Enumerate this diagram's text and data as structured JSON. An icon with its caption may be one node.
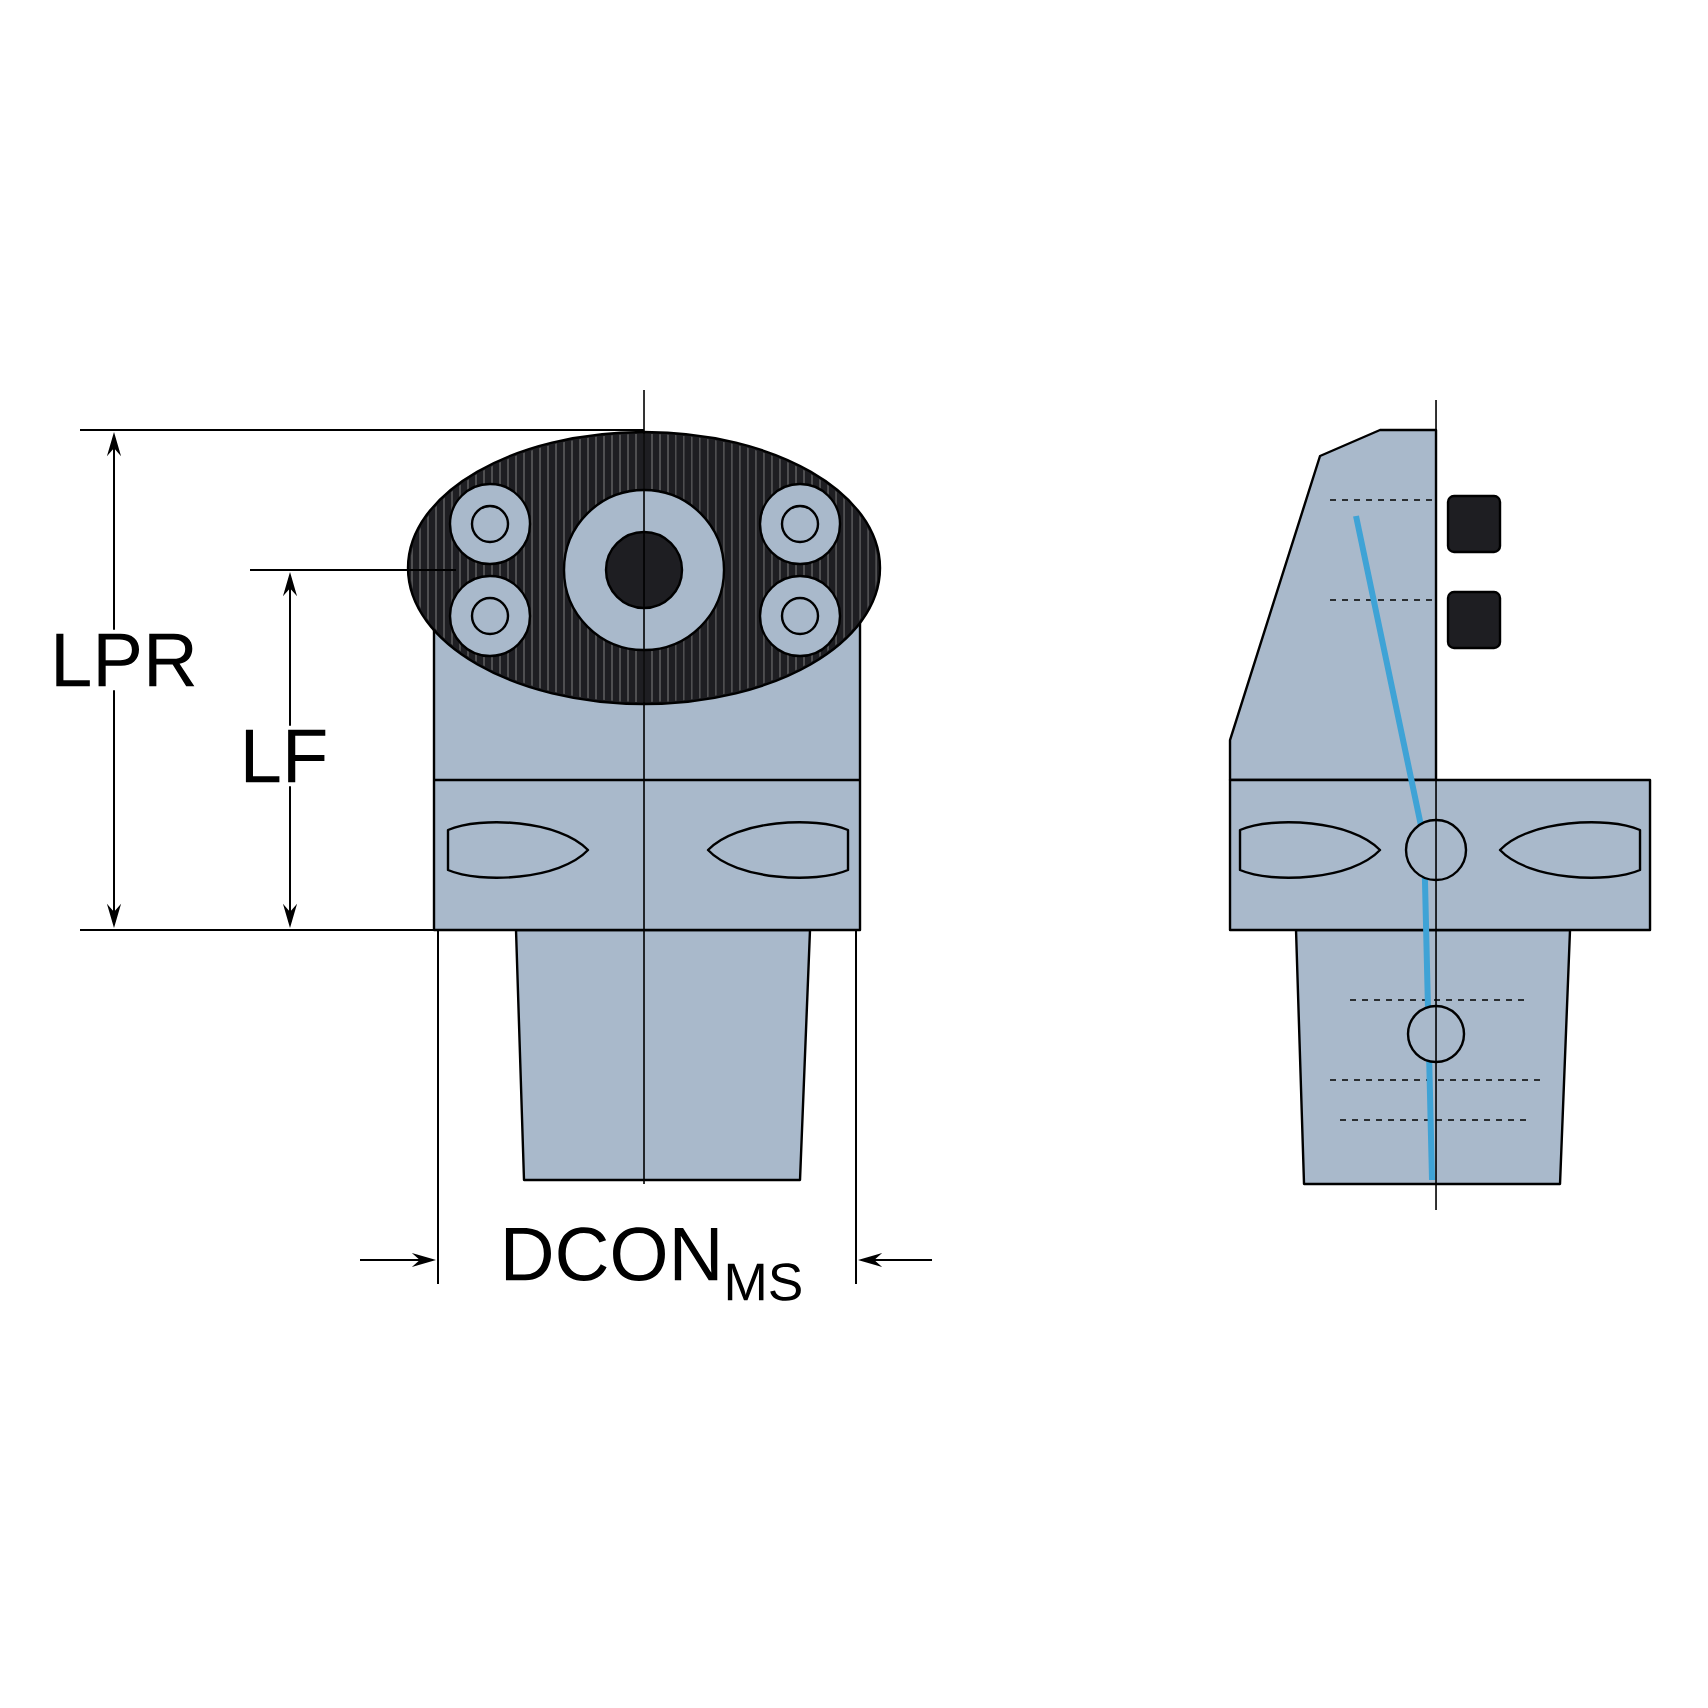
{
  "diagram": {
    "labels": [
      "LPR",
      "LF",
      "DCON$_{MS}$"
    ]
  }
}
